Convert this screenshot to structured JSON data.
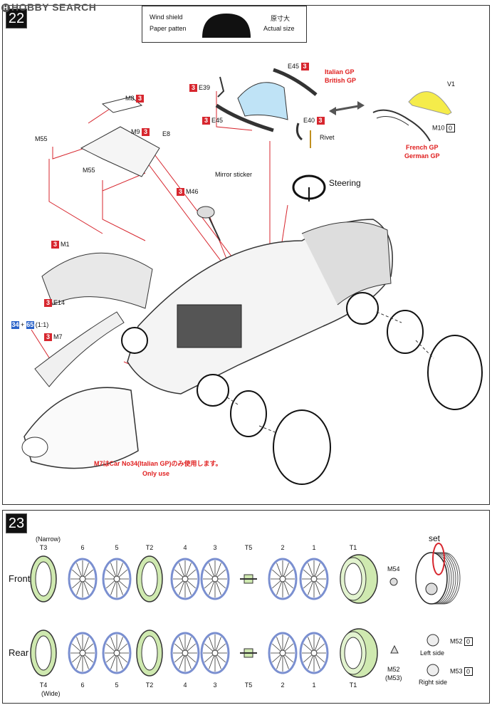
{
  "watermark": "HOBBY SEARCH",
  "step22": {
    "number": "22",
    "windshield_box": {
      "left_line1": "Wind shield",
      "left_line2": "Paper patten",
      "right_line1": "原寸大",
      "right_line2": "Actual size"
    },
    "parts": {
      "e45_top": "E45",
      "e45_top_badge": "3",
      "italian_gp": "Italian GP",
      "british_gp": "British GP",
      "v1": "V1",
      "e39": "E39",
      "e39_badge": "3",
      "e45_bottom": "E45",
      "e45_bottom_badge": "3",
      "e40": "E40",
      "e40_badge": "3",
      "rivet": "Rivet",
      "m10": "M10",
      "m10_box": "0",
      "french_gp": "French GP",
      "german_gp": "German GP",
      "m8": "M8",
      "m8_badge": "3",
      "m9": "M9",
      "m9_badge": "3",
      "e8": "E8",
      "m55_a": "M55",
      "m55_b": "M55",
      "mirror_sticker": "Mirror sticker",
      "m46": "M46",
      "m46_badge": "3",
      "steering": "Steering",
      "m1": "M1",
      "m1_badge": "3",
      "e14": "E14",
      "e14_badge": "3",
      "paint_a": "34",
      "paint_plus": "+",
      "paint_b": "65",
      "paint_ratio": "(1:1)",
      "m7": "M7",
      "m7_badge": "3"
    },
    "note_line1": "M7はCar No34(Italian GP)のみ使用します。",
    "note_line2": "Only use"
  },
  "step23": {
    "number": "23",
    "narrow": "(Narrow)",
    "wide": "(Wide)",
    "set": "set",
    "front": "Front",
    "rear": "Rear",
    "front_labels": [
      "T3",
      "6",
      "5",
      "T2",
      "4",
      "3",
      "T5",
      "2",
      "1",
      "T1"
    ],
    "rear_labels": [
      "T4",
      "6",
      "5",
      "T2",
      "4",
      "3",
      "T5",
      "2",
      "1",
      "T1"
    ],
    "m54": "M54",
    "m52_icon": "M52",
    "m53_icon": "(M53)",
    "m52": "M52",
    "m52_box": "0",
    "left_side": "Left side",
    "m53": "M53",
    "m53_box": "0",
    "right_side": "Right side"
  }
}
